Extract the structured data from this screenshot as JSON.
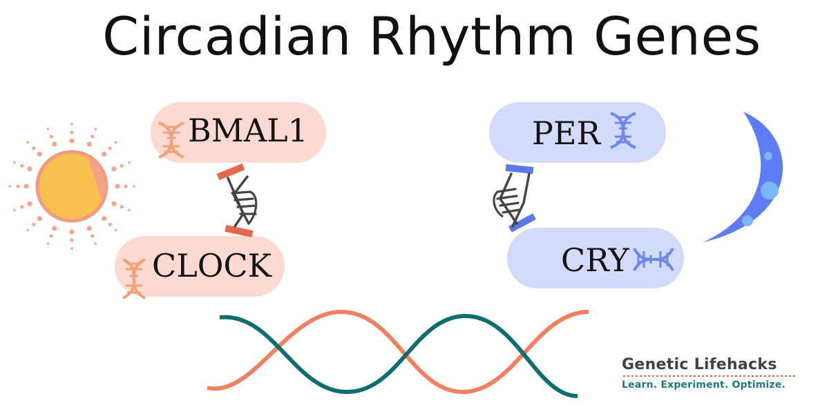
{
  "title": "Circadian Rhythm Genes",
  "genes": {
    "bmal1": "BMAL1",
    "clock": "CLOCK",
    "per": "PER",
    "cry": "CRY"
  },
  "brand": {
    "name": "Genetic Lifehacks",
    "tagline": "Learn. Experiment. Optimize."
  },
  "colors": {
    "warm_pill": "#fcd9d1",
    "cool_pill": "#d2dbfb",
    "coral": "#f08060",
    "teal": "#0e6e6e",
    "moon": "#5e7cf5",
    "sun": "#f7c04f"
  },
  "icons": [
    "sun-icon",
    "moon-icon",
    "dna-icon",
    "handshake-icon",
    "wave-icon"
  ]
}
